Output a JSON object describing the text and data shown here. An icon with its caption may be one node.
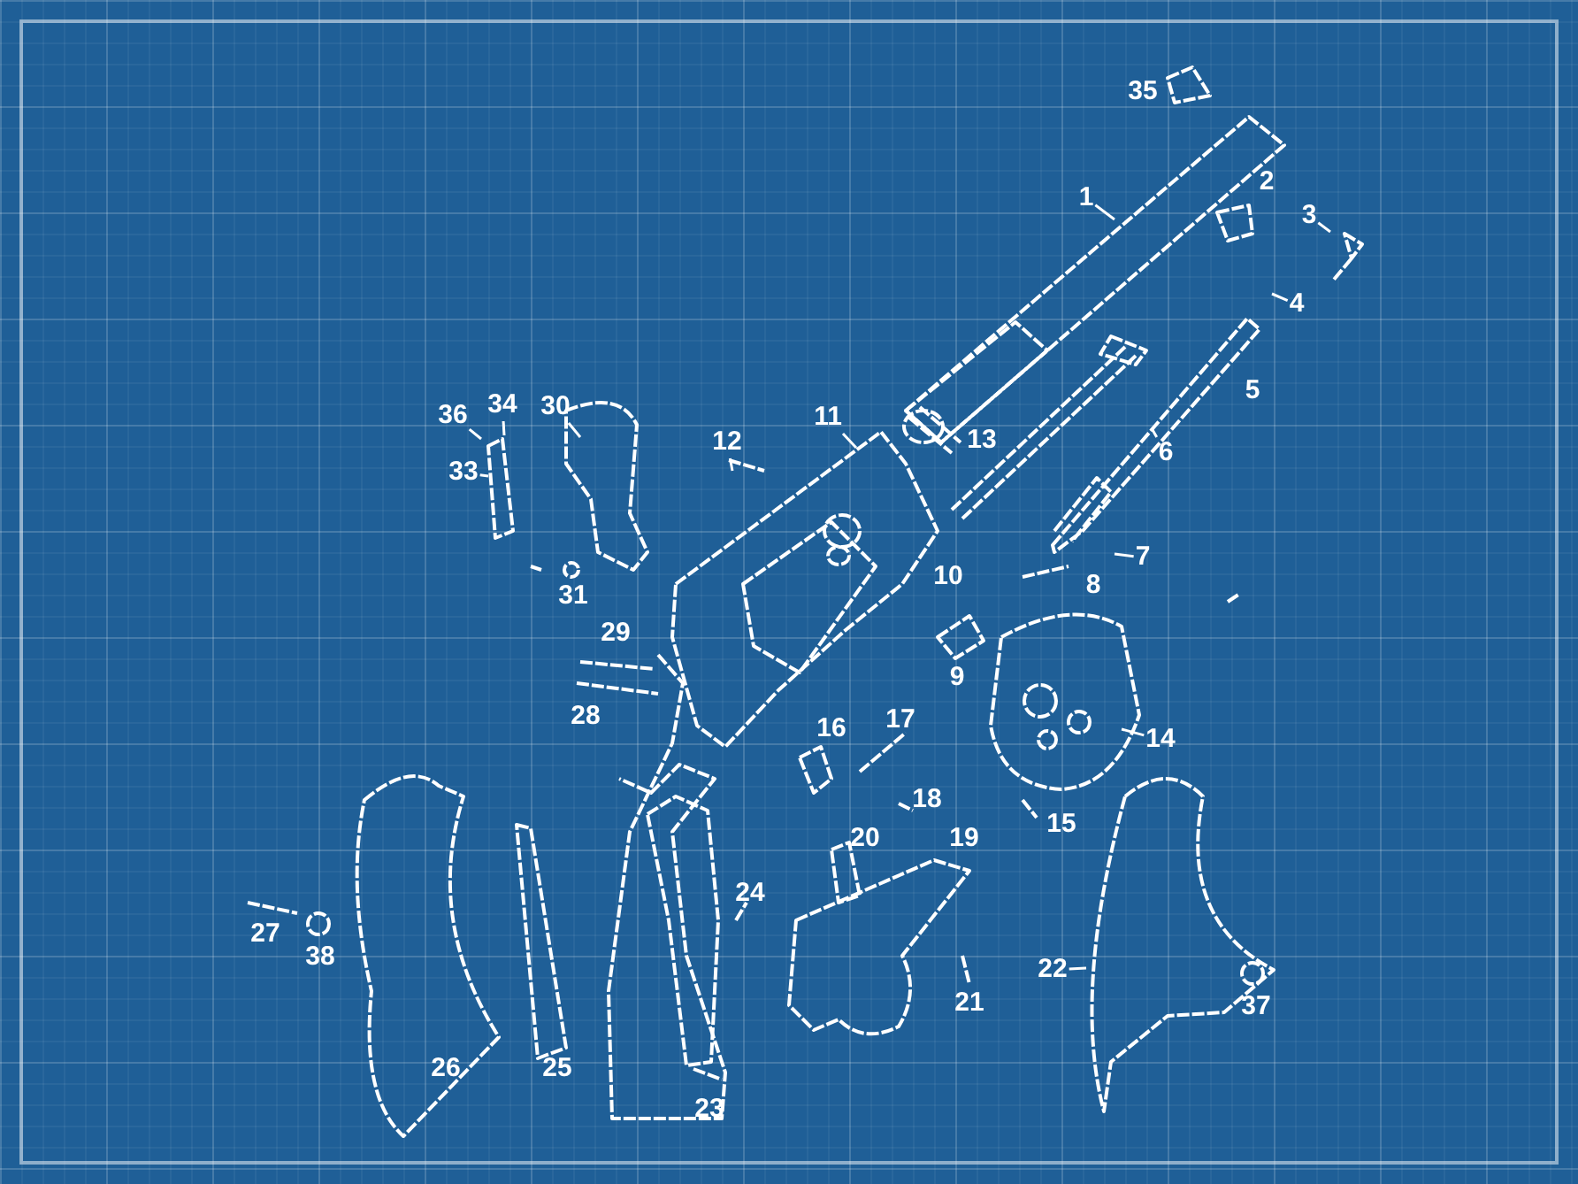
{
  "diagram": {
    "nodes": [
      {
        "text": [
          "1"
        ]
      },
      {
        "text": [
          "3"
        ]
      },
      {
        "text": [
          "4"
        ]
      },
      {
        "text": [
          "34"
        ]
      },
      {
        "text": [
          "30"
        ]
      },
      {
        "text": [
          "36"
        ]
      },
      {
        "text": [
          "11"
        ]
      },
      {
        "text": [
          "12"
        ]
      },
      {
        "text": [
          "6"
        ]
      },
      {
        "text": [
          "33"
        ]
      },
      {
        "text": [
          "7"
        ]
      },
      {
        "text": [
          "14"
        ]
      },
      {
        "text": [
          "22"
        ]
      }
    ],
    "edges": [
      {
        "from": 0,
        "to": null,
        "arrow": "none"
      },
      {
        "from": 1,
        "to": null,
        "arrow": "none"
      },
      {
        "from": 2,
        "to": null,
        "arrow": "none"
      },
      {
        "from": 3,
        "to": null,
        "arrow": "none"
      },
      {
        "from": 4,
        "to": null,
        "arrow": "none"
      },
      {
        "from": 5,
        "to": null,
        "arrow": "none"
      },
      {
        "from": 6,
        "to": null,
        "arrow": "none"
      },
      {
        "from": 7,
        "to": null,
        "arrow": "none"
      },
      {
        "from": 8,
        "to": null,
        "arrow": "none"
      },
      {
        "from": 9,
        "to": null,
        "arrow": "none"
      },
      {
        "from": 10,
        "to": null,
        "arrow": "none"
      },
      {
        "from": 11,
        "to": null,
        "arrow": "none"
      },
      {
        "from": 12,
        "to": null,
        "arrow": "none"
      }
    ],
    "labels": [
      "35",
      "2",
      "5",
      "13",
      "10",
      "8",
      "31",
      "29",
      "9",
      "28",
      "16",
      "17",
      "18",
      "15",
      "20",
      "19",
      "27",
      "24",
      "38",
      "21",
      "37",
      "26",
      "25",
      "23"
    ]
  }
}
